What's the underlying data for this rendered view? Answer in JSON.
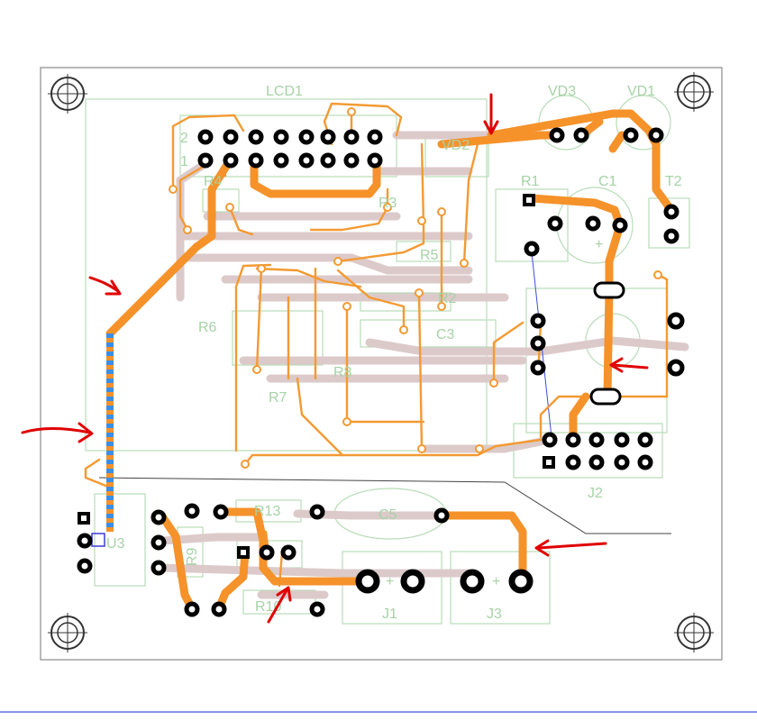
{
  "board": {
    "ref_labels": {
      "lcd1": "LCD1",
      "vd3": "VD3",
      "vd1": "VD1",
      "vd2": "VD2",
      "r1": "R1",
      "c1": "C1",
      "t2": "T2",
      "r2": "R2",
      "r3": "R3",
      "r4": "R4",
      "r5": "R5",
      "r6": "R6",
      "r7": "R7",
      "r8": "R8",
      "r9": "R9",
      "r10": "R10",
      "r13": "R13",
      "c3": "C3",
      "c5": "C5",
      "j1": "J1",
      "j2": "J2",
      "j3": "J3",
      "u3": "U3",
      "lcd_pin1": "1",
      "lcd_pin2": "2",
      "plus_mark": "+"
    }
  },
  "colors": {
    "top_copper": "#f39a33",
    "bottom_copper": "#dccaca",
    "silkscreen": "#b8dcb8",
    "pad": "#000000",
    "annotation_arrow": "#e00000",
    "dashed_trace": "#3b8ee8"
  },
  "annotations": [
    "red-arrow",
    "red-arrow",
    "red-arrow",
    "red-arrow",
    "red-arrow",
    "red-arrow"
  ]
}
